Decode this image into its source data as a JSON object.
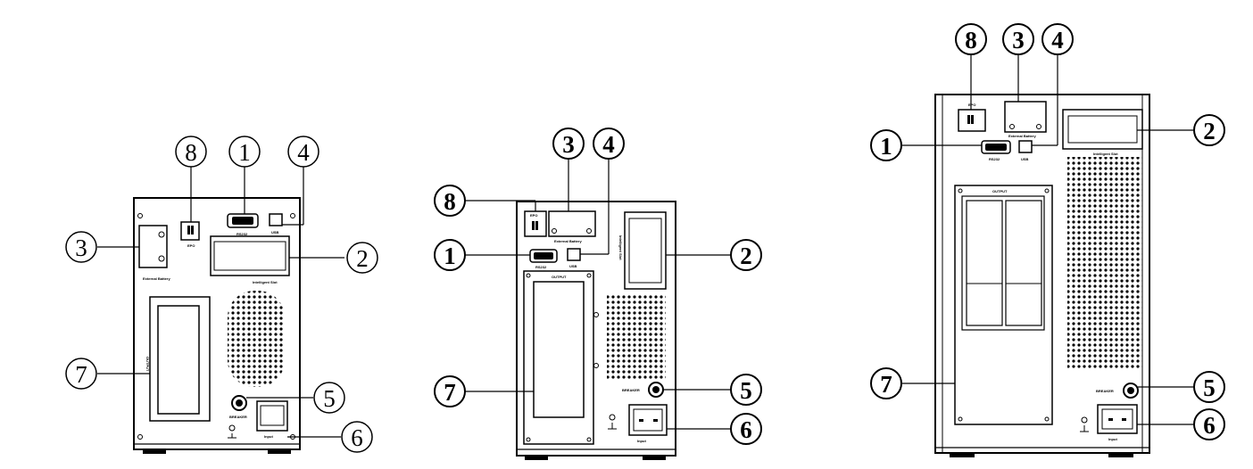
{
  "diagram": {
    "units": [
      {
        "callouts": [
          {
            "id": "1",
            "label": "1"
          },
          {
            "id": "2",
            "label": "2"
          },
          {
            "id": "3",
            "label": "3"
          },
          {
            "id": "4",
            "label": "4"
          },
          {
            "id": "5",
            "label": "5"
          },
          {
            "id": "6",
            "label": "6"
          },
          {
            "id": "7",
            "label": "7"
          },
          {
            "id": "8",
            "label": "8"
          }
        ],
        "panel_labels": {
          "rs232": "RS232",
          "usb": "USB",
          "epo": "EPO",
          "external_battery": "External Battery",
          "intelligent_slot": "Intelligent Slot",
          "output": "OUTPUT",
          "breaker": "BREAKER",
          "input": "Input"
        }
      },
      {
        "callouts": [
          {
            "id": "1",
            "label": "1"
          },
          {
            "id": "2",
            "label": "2"
          },
          {
            "id": "3",
            "label": "3"
          },
          {
            "id": "4",
            "label": "4"
          },
          {
            "id": "5",
            "label": "5"
          },
          {
            "id": "6",
            "label": "6"
          },
          {
            "id": "7",
            "label": "7"
          },
          {
            "id": "8",
            "label": "8"
          }
        ],
        "panel_labels": {
          "rs232": "RS232",
          "usb": "USB",
          "epo": "EPO",
          "external_battery": "External Battery",
          "intelligent_slot": "Intelligent Slot",
          "output": "OUTPUT",
          "breaker": "BREAKER",
          "input": "Input"
        }
      },
      {
        "callouts": [
          {
            "id": "1",
            "label": "1"
          },
          {
            "id": "2",
            "label": "2"
          },
          {
            "id": "3",
            "label": "3"
          },
          {
            "id": "4",
            "label": "4"
          },
          {
            "id": "5",
            "label": "5"
          },
          {
            "id": "6",
            "label": "6"
          },
          {
            "id": "7",
            "label": "7"
          },
          {
            "id": "8",
            "label": "8"
          }
        ],
        "panel_labels": {
          "rs232": "RS232",
          "usb": "USB",
          "epo": "EPO",
          "external_battery": "External Battery",
          "intelligent_slot": "Intelligent Slot",
          "output": "OUTPUT",
          "breaker": "BREAKER",
          "input": "Input"
        }
      }
    ]
  }
}
